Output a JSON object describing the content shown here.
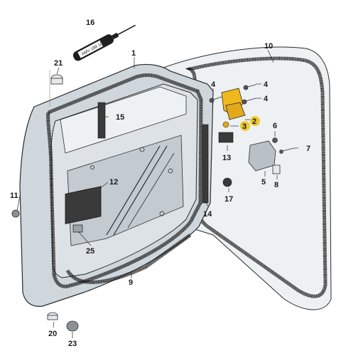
{
  "diagram": {
    "callouts": [
      {
        "id": "1",
        "label": "1"
      },
      {
        "id": "2",
        "label": "2"
      },
      {
        "id": "3",
        "label": "3"
      },
      {
        "id": "4a",
        "label": "4"
      },
      {
        "id": "4b",
        "label": "4"
      },
      {
        "id": "4c",
        "label": "4"
      },
      {
        "id": "5",
        "label": "5"
      },
      {
        "id": "6",
        "label": "6"
      },
      {
        "id": "7",
        "label": "7"
      },
      {
        "id": "8",
        "label": "8"
      },
      {
        "id": "9",
        "label": "9"
      },
      {
        "id": "10",
        "label": "10"
      },
      {
        "id": "11",
        "label": "11"
      },
      {
        "id": "12",
        "label": "12"
      },
      {
        "id": "13",
        "label": "13"
      },
      {
        "id": "14",
        "label": "14"
      },
      {
        "id": "15",
        "label": "15"
      },
      {
        "id": "16",
        "label": "16"
      },
      {
        "id": "17",
        "label": "17"
      },
      {
        "id": "20",
        "label": "20"
      },
      {
        "id": "21",
        "label": "21"
      },
      {
        "id": "23",
        "label": "23"
      },
      {
        "id": "25",
        "label": "25"
      }
    ],
    "tube_stamp": "AMV 188 101",
    "colors": {
      "outline": "#2b2b2b",
      "door_fill": "#cfd6dc",
      "inner_fill": "#d9dee2",
      "body_fill": "#e9ecee",
      "seal": "#1e1e1e",
      "highlight": "#f0c419",
      "hinge": "#e3a91a"
    }
  }
}
